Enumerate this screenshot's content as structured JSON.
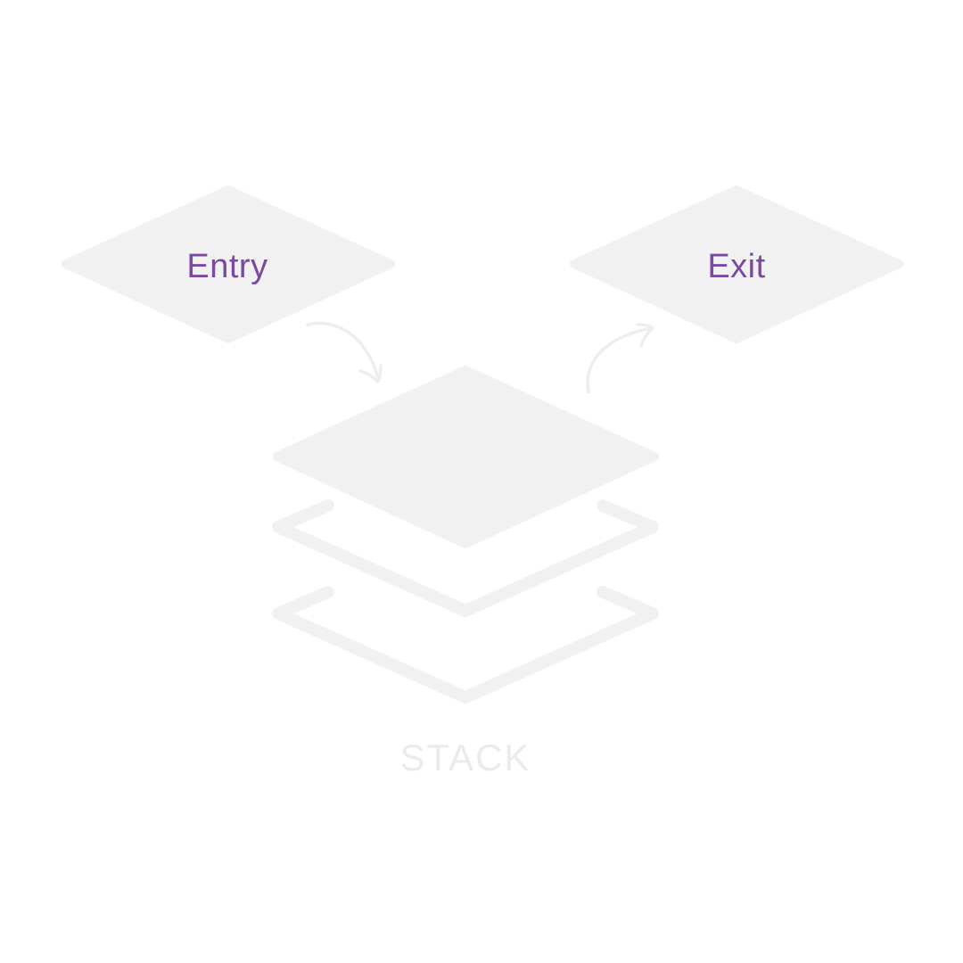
{
  "diagram": {
    "entry_label": "Entry",
    "exit_label": "Exit",
    "caption": "STACK"
  },
  "colors": {
    "background": "#ffffff",
    "shape_fill": "#f1f1f1",
    "label_color": "#7b4aa0",
    "caption_color": "#ebebeb",
    "arrow_color": "#eeeeee"
  }
}
